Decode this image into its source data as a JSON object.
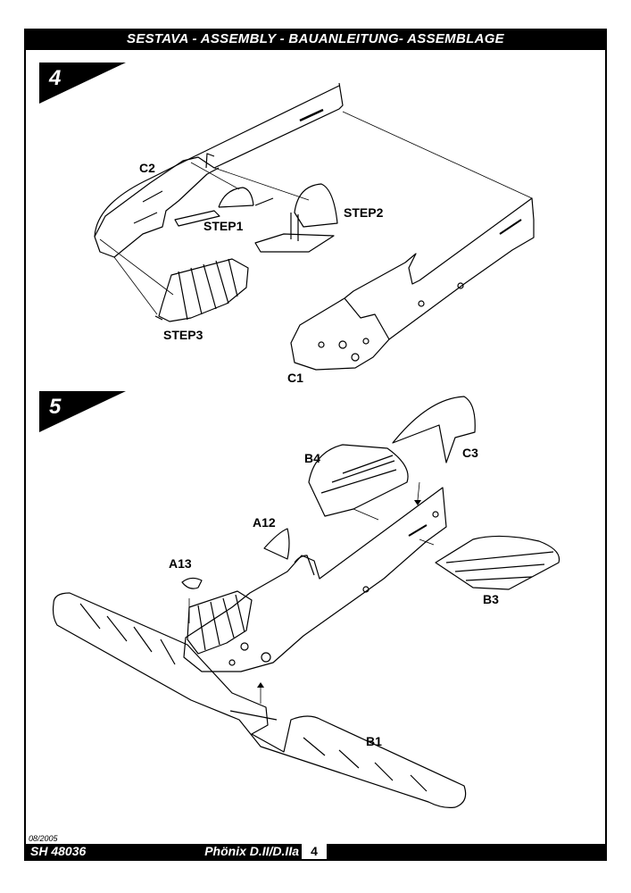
{
  "header": {
    "title": "SESTAVA -  ASSEMBLY - BAUANLEITUNG- ASSEMBLAGE"
  },
  "steps": [
    {
      "number": "4",
      "labels": {
        "c2": "C2",
        "step1": "STEP1",
        "step2": "STEP2",
        "step3": "STEP3",
        "c1": "C1"
      }
    },
    {
      "number": "5",
      "labels": {
        "b4": "B4",
        "c3": "C3",
        "a12": "A12",
        "a13": "A13",
        "b3": "B3",
        "b1": "B1"
      }
    }
  ],
  "footer": {
    "date": "08/2005",
    "code": "SH 48036",
    "model": "Phönix D.II/D.IIa",
    "page": "4"
  },
  "colors": {
    "ink": "#000000",
    "paper": "#ffffff"
  }
}
